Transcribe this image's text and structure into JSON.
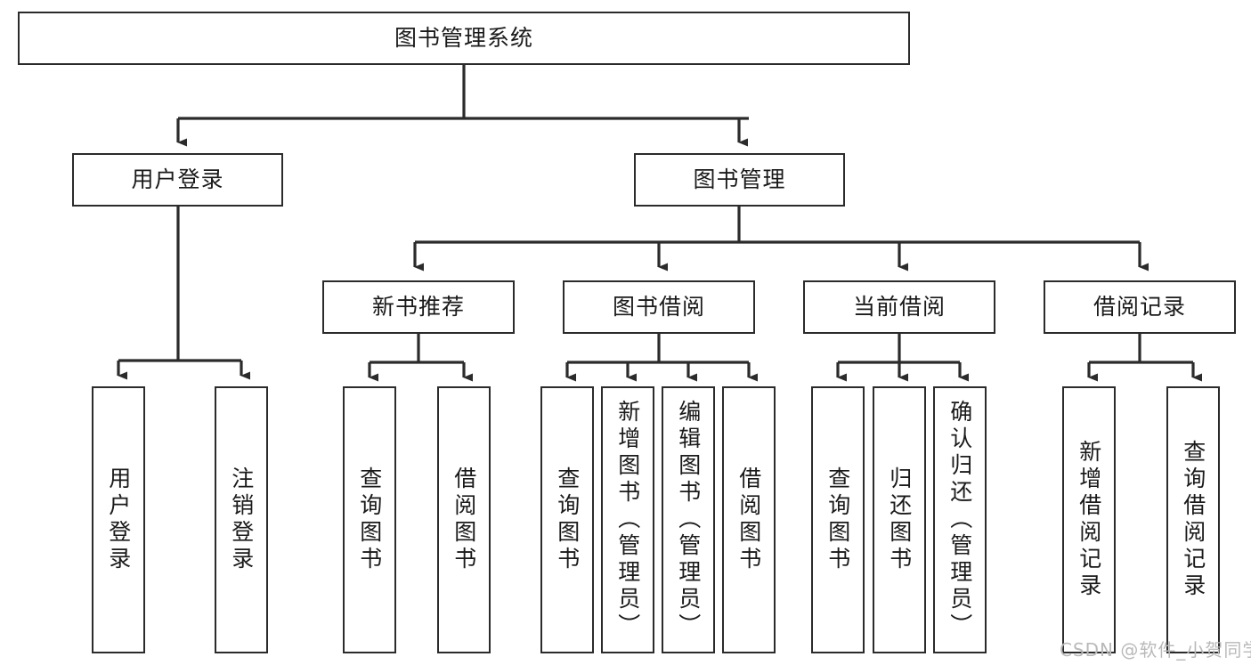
{
  "diagram": {
    "title": "图书管理系统",
    "type": "tree-hierarchy-diagram",
    "colors": {
      "box_border": "#2b2b2b",
      "box_fill": "#ffffff",
      "connector": "#2b2b2b",
      "background": "#ffffff",
      "watermark": "#b9b9b9"
    },
    "root": {
      "label": "图书管理系统"
    },
    "level2": [
      {
        "label": "用户登录"
      },
      {
        "label": "图书管理"
      }
    ],
    "level3": [
      {
        "label": "新书推荐"
      },
      {
        "label": "图书借阅"
      },
      {
        "label": "当前借阅"
      },
      {
        "label": "借阅记录"
      }
    ],
    "leaves": {
      "user_login": [
        {
          "label": "用户登录"
        },
        {
          "label": "注销登录"
        }
      ],
      "new_book_recommend": [
        {
          "label": "查询图书"
        },
        {
          "label": "借阅图书"
        }
      ],
      "book_borrow": [
        {
          "label": "查询图书"
        },
        {
          "label": "新增图书（管理员）"
        },
        {
          "label": "编辑图书（管理员）"
        },
        {
          "label": "借阅图书"
        }
      ],
      "current_borrow": [
        {
          "label": "查询图书"
        },
        {
          "label": "归还图书"
        },
        {
          "label": "确认归还（管理员）"
        }
      ],
      "borrow_record": [
        {
          "label": "新增借阅记录"
        },
        {
          "label": "查询借阅记录"
        }
      ]
    }
  },
  "watermark": {
    "text": "CSDN @软件_小贺同学"
  }
}
